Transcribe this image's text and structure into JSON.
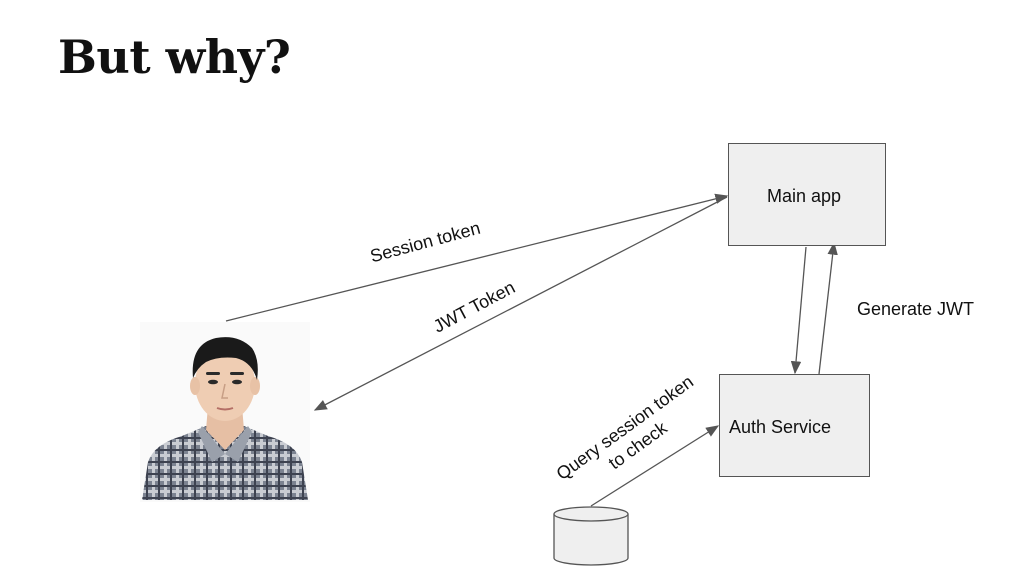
{
  "slide": {
    "title": "But why?"
  },
  "nodes": {
    "main_app": "Main app",
    "auth_service": "Auth Service"
  },
  "edges": {
    "session_token": "Session token",
    "jwt_token": "JWT Token",
    "generate_jwt": "Generate JWT",
    "query_line1": "Query session token",
    "query_line2": "to check"
  },
  "colors": {
    "box_fill": "#efefef",
    "box_border": "#555555",
    "line": "#555555",
    "text": "#111111"
  },
  "icons": {
    "person": "user-photo",
    "database": "database-icon"
  }
}
